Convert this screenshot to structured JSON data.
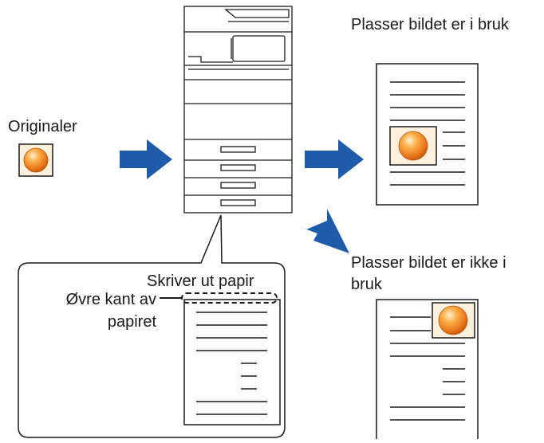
{
  "labels": {
    "original": "Originaler",
    "placement_on": "Plasser bildet er i bruk",
    "placement_off": "Plasser bildet er ikke i bruk",
    "print_paper": "Skriver ut papir",
    "top_edge": "Øvre kant av papiret"
  },
  "colors": {
    "arrow": "#1e5ba8",
    "orange_light": "#fbd08a",
    "orange_mid": "#f59a2c",
    "orange_dark": "#c85a0c",
    "frame_fill": "#fdf1de",
    "line": "#1a1a1a"
  },
  "icons": [
    "original-document-icon",
    "multifunction-printer-icon",
    "right-arrow-icon",
    "down-right-arrow-icon",
    "output-page-icon",
    "image-ball-icon",
    "callout-bubble-icon",
    "dashed-top-edge-icon"
  ]
}
